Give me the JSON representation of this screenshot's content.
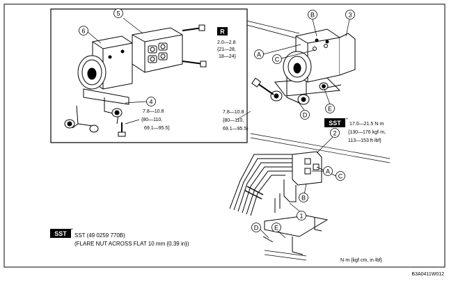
{
  "callouts": {
    "c1": "1",
    "c2": "2",
    "c3": "3",
    "c4": "4",
    "c5": "5",
    "c6": "6",
    "A": "A",
    "B": "B",
    "C": "C",
    "D": "D",
    "E": "E",
    "A2": "A",
    "C2": "C",
    "B2": "B",
    "D2": "D",
    "E2": "E"
  },
  "badges": {
    "r": "R",
    "sst": "SST"
  },
  "torques": {
    "inset_bolt": [
      "2.0—2.8",
      "{21—28,",
      "18—24}"
    ],
    "inset_bracket": [
      "7.8—10.8",
      "{80—110,",
      "69.1—95.5}"
    ],
    "main_bracket": [
      "7.8—10.8",
      "{80—110,",
      "69.1—95.5}"
    ],
    "flare_nut": [
      "17.0—21.5 N·m",
      "{130—176 kgf·m,",
      "113—153 ft·lbf}"
    ]
  },
  "asterisk": "*",
  "legend": {
    "line1": "SST (49 0259 770B)",
    "line2": "(FLARE NUT ACROSS FLAT 10 mm {0.39 in})"
  },
  "units": "N·m {kgf·cm, in·lbf}",
  "figure_code": "B3A0411W012"
}
